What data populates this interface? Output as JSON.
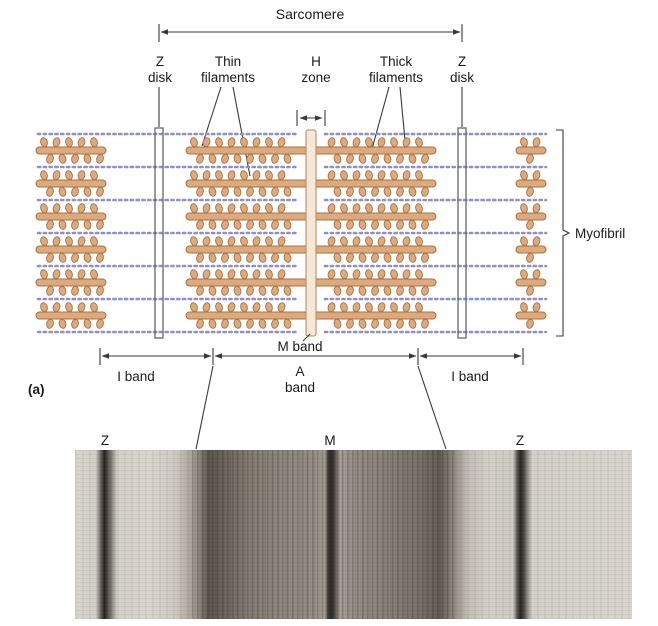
{
  "colors": {
    "line-color": "#3a3a3a",
    "text-color": "#1a1a1a",
    "thick-fill": "#dcaa7e",
    "thick-stroke": "#a8713f",
    "thin-color": "#8b8fd0",
    "m-band-fill": "#f4e8d8",
    "m-band-stroke": "#bb8c5e",
    "z-disk-stroke": "#666666"
  },
  "diagram": {
    "title": "Sarcomere",
    "top_labels": {
      "z_left": [
        "Z",
        "disk"
      ],
      "thin": [
        "Thin",
        "filaments"
      ],
      "h_zone": [
        "H",
        "zone"
      ],
      "thick": [
        "Thick",
        "filaments"
      ],
      "z_right": [
        "Z",
        "disk"
      ]
    },
    "side_label": "Myofibril",
    "m_band": "M band",
    "bands": {
      "i_left": "I band",
      "a": [
        "A",
        "band"
      ],
      "i_right": "I band"
    },
    "panel": "(a)"
  },
  "micrograph": {
    "labels": {
      "z_left": "Z",
      "m": "M",
      "z_right": "Z"
    }
  }
}
